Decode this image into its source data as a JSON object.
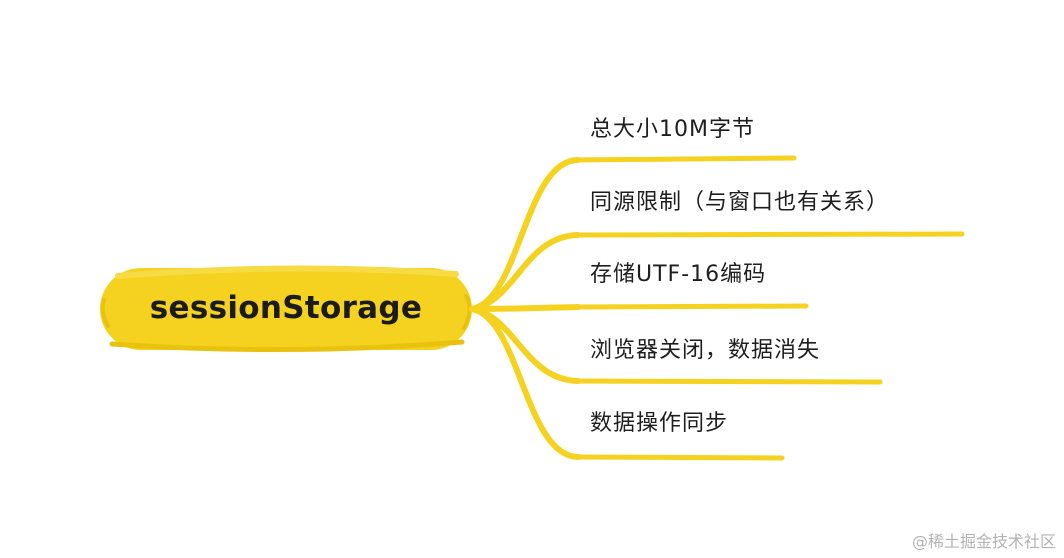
{
  "root": {
    "label": "sessionStorage"
  },
  "branches": [
    {
      "label": "总大小10M字节"
    },
    {
      "label": "同源限制（与窗口也有关系）"
    },
    {
      "label": "存储UTF-16编码"
    },
    {
      "label": "浏览器关闭，数据消失"
    },
    {
      "label": "数据操作同步"
    }
  ],
  "colors": {
    "accent": "#F4D21F",
    "accent_dark": "#E8C20F",
    "text": "#1E1E1E"
  },
  "watermark": "@稀土掘金技术社区"
}
